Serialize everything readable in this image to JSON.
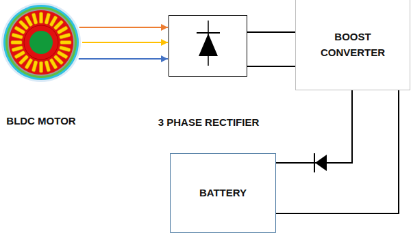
{
  "diagram": {
    "nodes": [
      {
        "text": [
          "BLDC MOTOR"
        ]
      },
      {
        "text": [
          "3 PHASE RECTIFIER"
        ]
      },
      {
        "text": [
          "BOOST CONVERTER"
        ]
      },
      {
        "text": [
          "BATTERY"
        ]
      }
    ],
    "edges": [
      {
        "from": 0,
        "to": 1,
        "arrow": "to"
      },
      {
        "from": 0,
        "to": 1,
        "arrow": "to"
      },
      {
        "from": 0,
        "to": 1,
        "arrow": "to"
      },
      {
        "from": 1,
        "to": 2,
        "arrow": "none"
      },
      {
        "from": 1,
        "to": 2,
        "arrow": "none"
      },
      {
        "from": 2,
        "to": 3,
        "arrow": "none"
      },
      {
        "from": 2,
        "to": 3,
        "arrow": "none"
      }
    ]
  }
}
